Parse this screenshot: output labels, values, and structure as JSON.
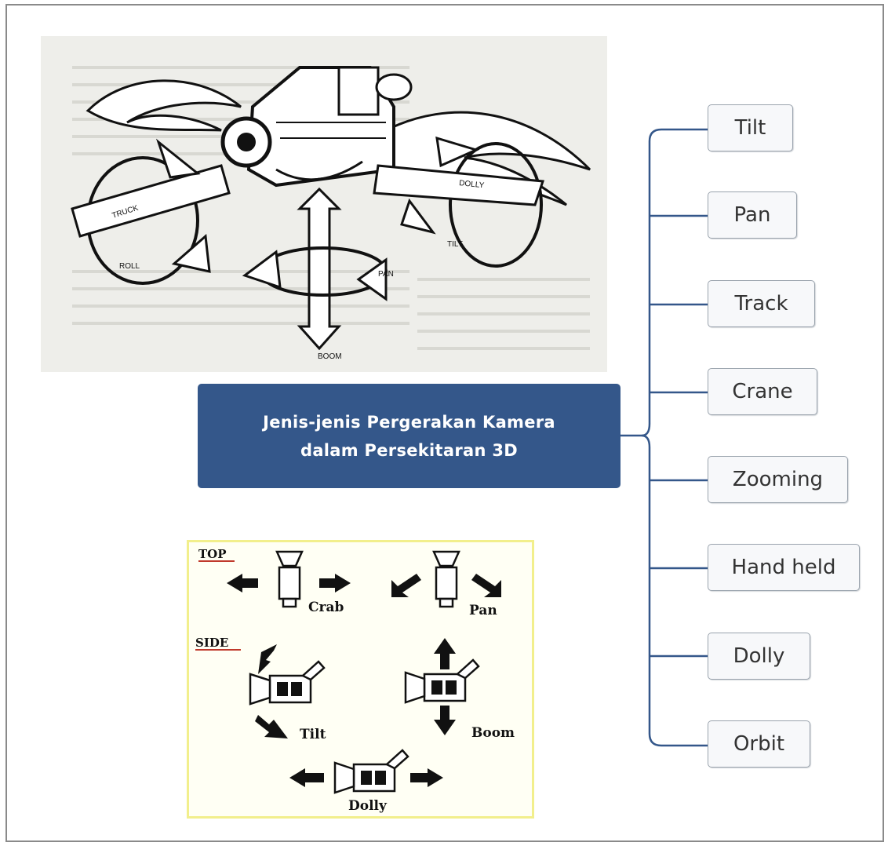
{
  "center": {
    "line1": "Jenis-jenis Pergerakan Kamera",
    "line2": "dalam Persekitaran 3D"
  },
  "branches": [
    "Tilt",
    "Pan",
    "Track",
    "Crane",
    "Zooming",
    "Hand held",
    "Dolly",
    "Orbit"
  ],
  "top_illustration": {
    "labels": {
      "truck": "TRUCK",
      "dolly": "DOLLY",
      "roll": "ROLL",
      "tilt": "TILT",
      "pan": "PAN",
      "boom": "BOOM"
    }
  },
  "bottom_illustration": {
    "labels": {
      "top": "TOP",
      "side": "SIDE",
      "crab": "Crab",
      "pan": "Pan",
      "tilt": "Tilt",
      "boom": "Boom",
      "dolly": "Dolly"
    }
  },
  "colors": {
    "center_fill": "#34578a",
    "connector": "#34578a",
    "node_border": "#9aa3ad",
    "bottom_border": "#f2ef8c"
  }
}
